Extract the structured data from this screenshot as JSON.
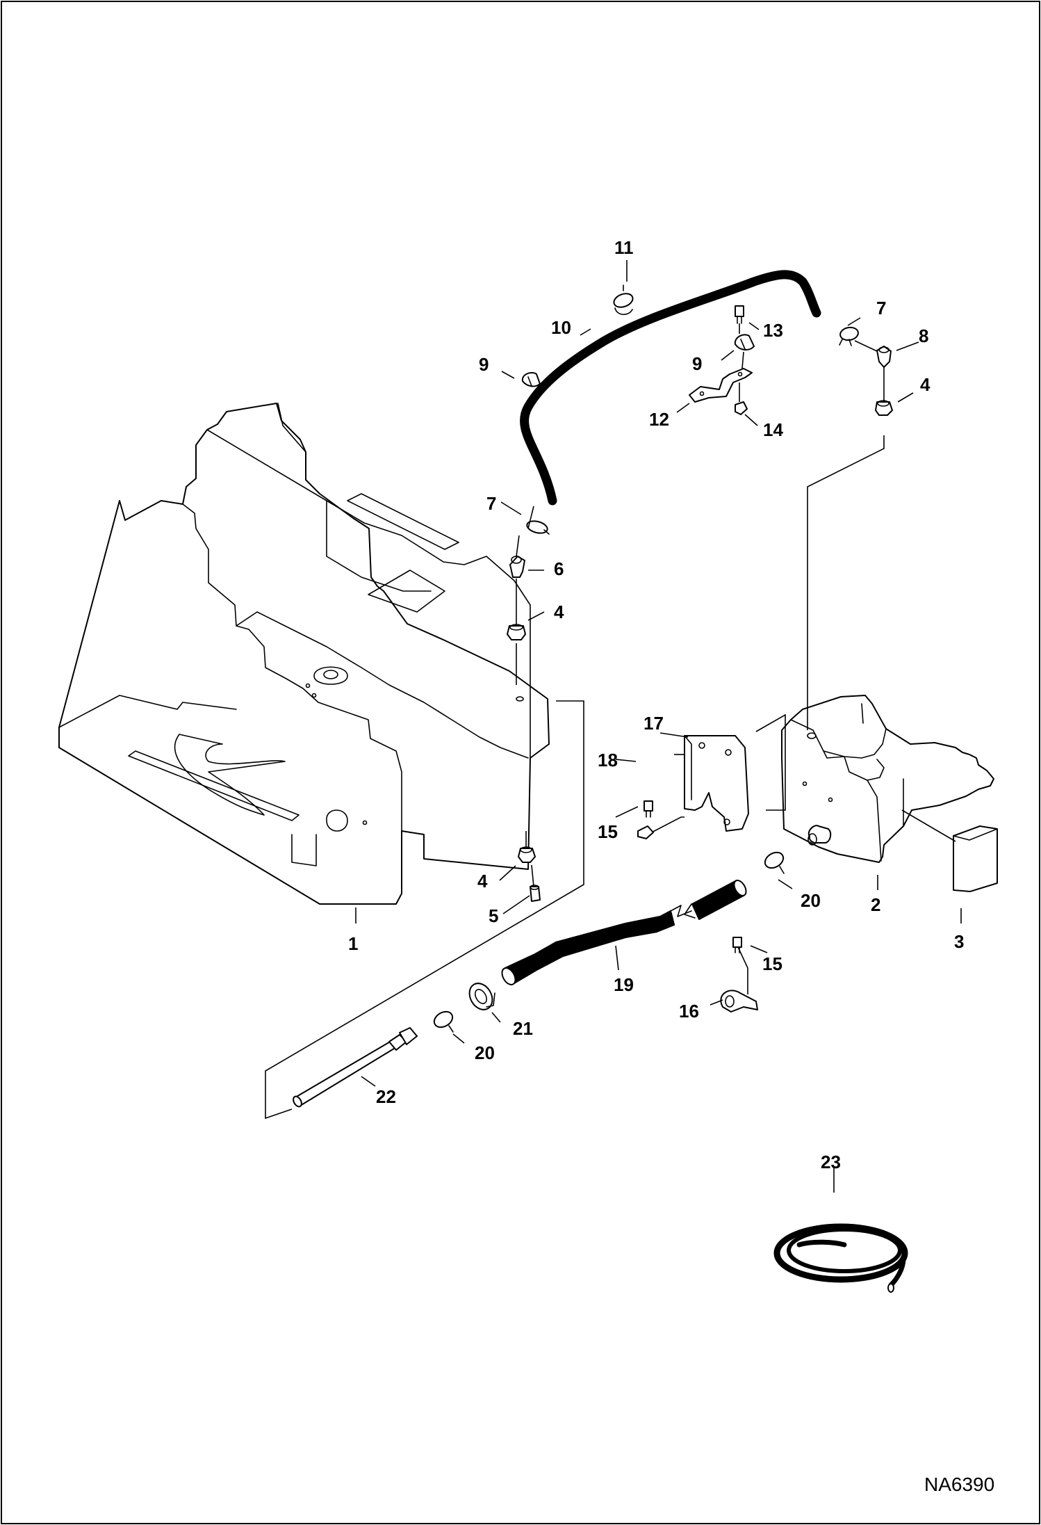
{
  "figure_code": "NA6390",
  "callouts": {
    "c1": "1",
    "c2": "2",
    "c3": "3",
    "c4a": "4",
    "c4b": "4",
    "c4c": "4",
    "c5": "5",
    "c6": "6",
    "c7a": "7",
    "c7b": "7",
    "c8": "8",
    "c9a": "9",
    "c9b": "9",
    "c10": "10",
    "c11": "11",
    "c12": "12",
    "c13": "13",
    "c14": "14",
    "c15a": "15",
    "c15b": "15",
    "c16": "16",
    "c17": "17",
    "c18": "18",
    "c19": "19",
    "c20a": "20",
    "c20b": "20",
    "c21": "21",
    "c22": "22",
    "c23": "23"
  }
}
